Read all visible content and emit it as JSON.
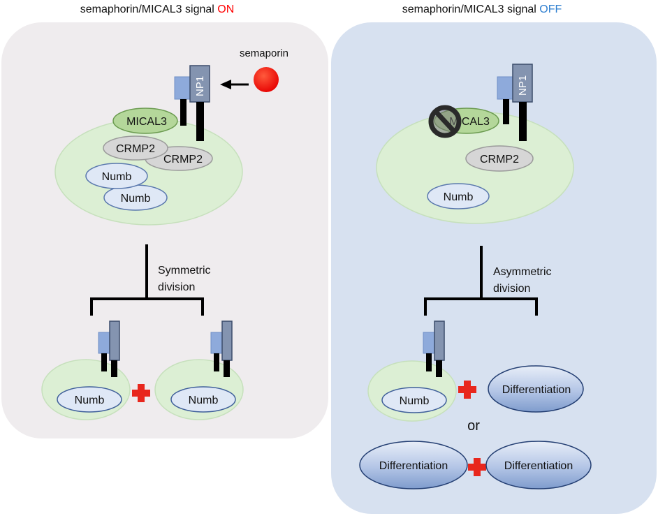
{
  "left_panel": {
    "title_prefix": "semaphorin/MICAL3 signal ",
    "title_status": "ON",
    "ligand_label": "semaporin",
    "receptor_label": "NP1",
    "proteins": {
      "mical3": "MICAL3",
      "crmp2_a": "CRMP2",
      "crmp2_b": "CRMP2",
      "numb_a": "Numb",
      "numb_b": "Numb"
    },
    "division_line1": "Symmetric",
    "division_line2": "division",
    "daughter_left": "Numb",
    "daughter_right": "Numb"
  },
  "right_panel": {
    "title_prefix": "semaphorin/MICAL3 signal ",
    "title_status": "OFF",
    "receptor_label": "NP1",
    "proteins": {
      "mical3": "MICAL3",
      "crmp2": "CRMP2",
      "numb": "Numb"
    },
    "division_line1": "Asymmetric",
    "division_line2": "division",
    "daughter_numb": "Numb",
    "daughter_diff": "Differentiation",
    "or_label": "or",
    "diff_left": "Differentiation",
    "diff_right": "Differentiation"
  },
  "colors": {
    "on": "#ff0000",
    "off": "#2f7fd0",
    "left_bg": "#efecee",
    "right_bg": "#d7e1f0",
    "cell": "#dcefd4",
    "plus": "#e8271d"
  }
}
